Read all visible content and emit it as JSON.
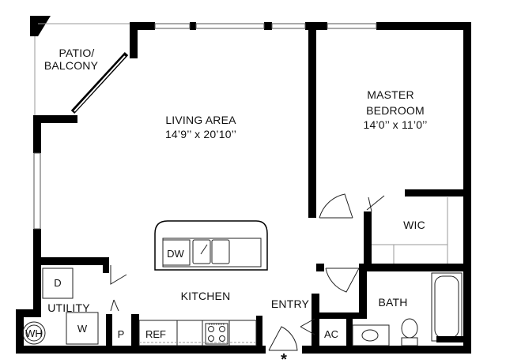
{
  "rooms": {
    "patio_line1": "PATIO/",
    "patio_line2": "BALCONY",
    "living_name": "LIVING AREA",
    "living_dims": "14’9’’ x 20’10’’",
    "master_line1": "MASTER",
    "master_line2": "BEDROOM",
    "master_dims": "14’0’’ x 11’0’’",
    "wic": "WIC",
    "kitchen": "KITCHEN",
    "entry": "ENTRY",
    "bath": "BATH",
    "utility": "UTILITY"
  },
  "fixtures": {
    "dw": "DW",
    "dryer": "D",
    "washer": "W",
    "water_heater": "WH",
    "pantry": "P",
    "refrigerator": "REF",
    "ac": "AC"
  },
  "entry_marker": "*"
}
